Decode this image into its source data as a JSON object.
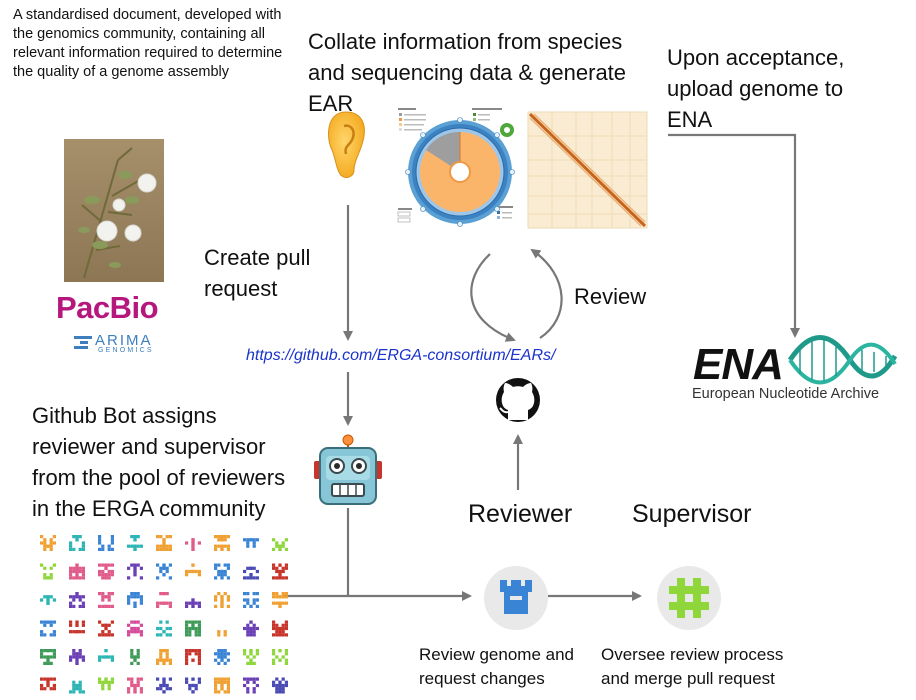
{
  "intro_text": "A standardised document, developed with the genomics community, containing all relevant information required to determine the quality of a genome assembly",
  "collate_text": "Collate information from species and sequencing data & generate EAR",
  "upload_text": "Upon acceptance, upload genome to ENA",
  "pull_request_text": "Create pull request",
  "review_label": "Review",
  "repo_url": "https://github.com/ERGA-consortium/EARs/",
  "bot_text": "Github Bot assigns reviewer and supervisor from the pool of reviewers in the ERGA community",
  "reviewer_title": "Reviewer",
  "supervisor_title": "Supervisor",
  "reviewer_caption": "Review genome and request changes",
  "supervisor_caption": "Oversee review process and merge pull request",
  "logos": {
    "pacbio": "PacBio",
    "arima": "ARIMA",
    "arima_sub": "GENOMICS",
    "ena": "ENA",
    "ena_sub": "European Nucleotide Archive"
  },
  "colors": {
    "pacbio": "#b5177d",
    "arima": "#3d7fbd",
    "ena_helix": "#1f9a8a",
    "link": "#1a33cc",
    "arrow": "#777777",
    "reviewer_icon": "#3a84d6",
    "supervisor_icon": "#8ed63a"
  },
  "icons": [
    "ear-icon",
    "busco-pie-chart-icon",
    "contact-map-icon",
    "github-icon",
    "robot-icon",
    "reviewer-identicon-icon",
    "supervisor-identicon-icon",
    "plant-photo",
    "reviewer-pool-identicons"
  ]
}
